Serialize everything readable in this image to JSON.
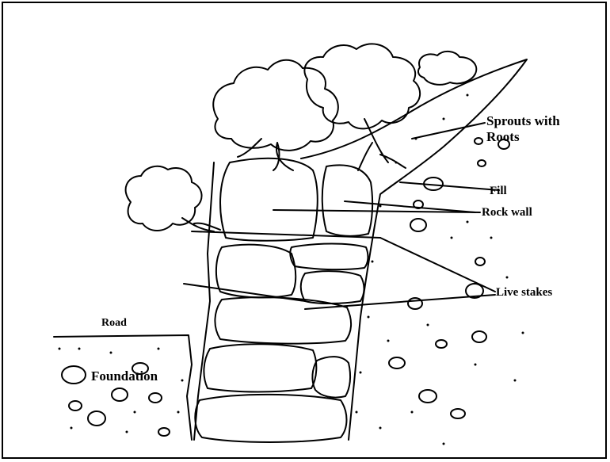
{
  "labels": {
    "sprouts": "Sprouts with",
    "roots": "Roots",
    "fill": "Fill",
    "rock_wall": "Rock wall",
    "live_stakes": "Live stakes",
    "road": "Road",
    "foundation": "Foundation"
  },
  "colors": {
    "ink": "#000000",
    "paper": "#ffffff"
  }
}
